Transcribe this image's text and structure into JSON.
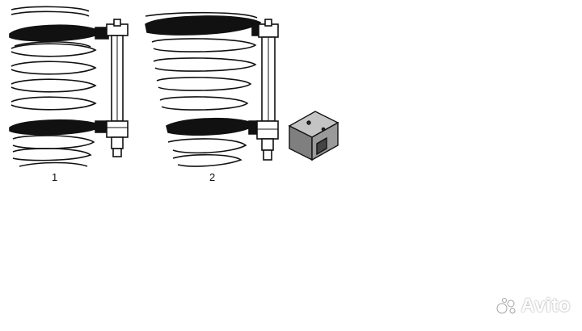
{
  "figure": {
    "label_1": "1",
    "label_2": "2"
  },
  "watermark": {
    "text": "Avito",
    "icon": "avito-dots-icon"
  },
  "colors": {
    "line": "#111111",
    "background": "#ffffff",
    "block_fill": "#8c8c8c",
    "watermark": "#ffffff"
  }
}
